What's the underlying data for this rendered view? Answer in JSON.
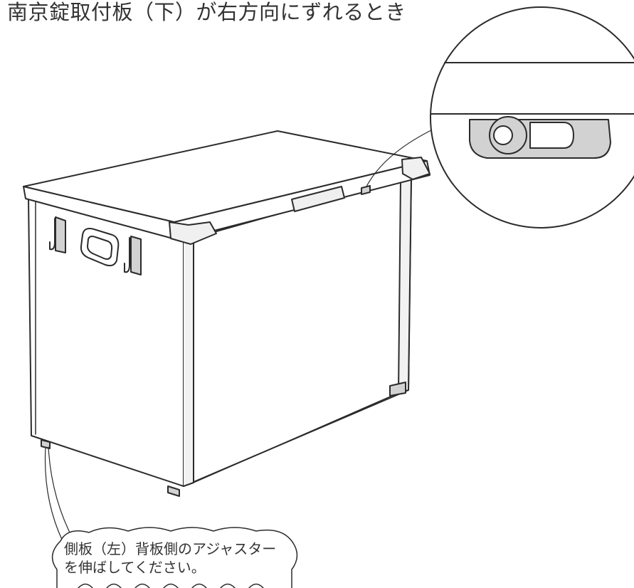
{
  "title": "南京錠取付板（下）が右方向にずれるとき",
  "callout": {
    "line1": "側板（左）背板側のアジャスター",
    "line2": "を伸ばしてください。"
  },
  "colors": {
    "line": "#2b2b2b",
    "panel": "#ffffff",
    "bracket_fill": "#d2d2d2",
    "text": "#333333"
  }
}
